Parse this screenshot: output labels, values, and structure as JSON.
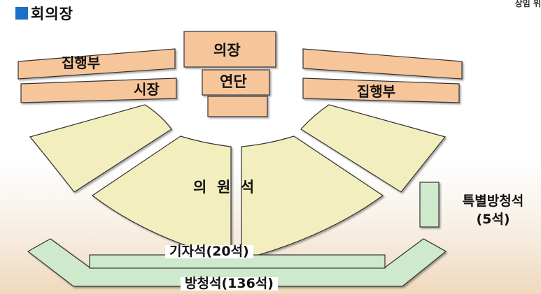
{
  "title": "회의장",
  "corner_text": "상임 위",
  "labels": {
    "chair": "의장",
    "podium": "연단",
    "executive_left": "집행부",
    "mayor": "시장",
    "executive_right": "집행부",
    "members": "의  원  석",
    "special_seats": "특별방청석",
    "special_seats_count": "(5석)",
    "press": "기자석(20석)",
    "gallery": "방청석(136석)"
  },
  "colors": {
    "accent": "#1b6fc9",
    "salmon": "#f7c59a",
    "cream": "#f2eebd",
    "green": "#cfe9cd"
  }
}
